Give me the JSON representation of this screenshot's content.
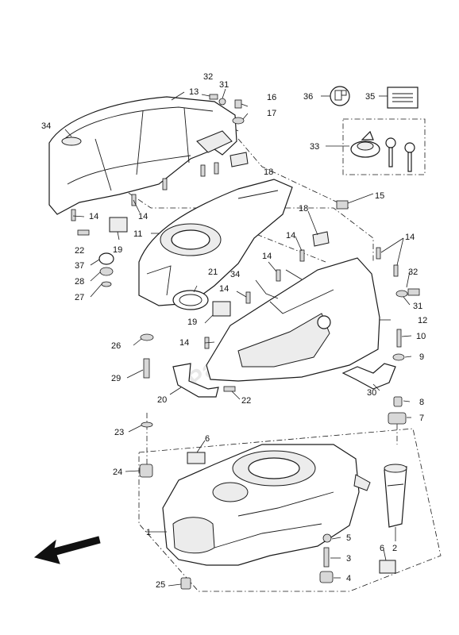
{
  "diagram": {
    "watermark": "Partsrepublik",
    "colors": {
      "line": "#1a1a1a",
      "shade": "#ececec",
      "background": "#ffffff"
    },
    "icons": [
      "direction-arrow-icon",
      "fuel-cap-icon",
      "label-sticker-icon",
      "key-icon"
    ],
    "callouts": [
      {
        "id": "c1",
        "text": "1"
      },
      {
        "id": "c2",
        "text": "2"
      },
      {
        "id": "c3",
        "text": "3"
      },
      {
        "id": "c4",
        "text": "4"
      },
      {
        "id": "c5",
        "text": "5"
      },
      {
        "id": "c6a",
        "text": "6"
      },
      {
        "id": "c6b",
        "text": "6"
      },
      {
        "id": "c7",
        "text": "7"
      },
      {
        "id": "c8",
        "text": "8"
      },
      {
        "id": "c9",
        "text": "9"
      },
      {
        "id": "c10",
        "text": "10"
      },
      {
        "id": "c11",
        "text": "11"
      },
      {
        "id": "c12",
        "text": "12"
      },
      {
        "id": "c13",
        "text": "13"
      },
      {
        "id": "c14a",
        "text": "14"
      },
      {
        "id": "c14b",
        "text": "14"
      },
      {
        "id": "c14c",
        "text": "14"
      },
      {
        "id": "c14d",
        "text": "14"
      },
      {
        "id": "c14e",
        "text": "14"
      },
      {
        "id": "c14f",
        "text": "14"
      },
      {
        "id": "c14g",
        "text": "14"
      },
      {
        "id": "c15",
        "text": "15"
      },
      {
        "id": "c16",
        "text": "16"
      },
      {
        "id": "c17",
        "text": "17"
      },
      {
        "id": "c18a",
        "text": "18"
      },
      {
        "id": "c18b",
        "text": "18"
      },
      {
        "id": "c19a",
        "text": "19"
      },
      {
        "id": "c19b",
        "text": "19"
      },
      {
        "id": "c20",
        "text": "20"
      },
      {
        "id": "c21",
        "text": "21"
      },
      {
        "id": "c22a",
        "text": "22"
      },
      {
        "id": "c22b",
        "text": "22"
      },
      {
        "id": "c23",
        "text": "23"
      },
      {
        "id": "c24",
        "text": "24"
      },
      {
        "id": "c25",
        "text": "25"
      },
      {
        "id": "c26",
        "text": "26"
      },
      {
        "id": "c27",
        "text": "27"
      },
      {
        "id": "c28",
        "text": "28"
      },
      {
        "id": "c29",
        "text": "29"
      },
      {
        "id": "c30",
        "text": "30"
      },
      {
        "id": "c31a",
        "text": "31"
      },
      {
        "id": "c31b",
        "text": "31"
      },
      {
        "id": "c32a",
        "text": "32"
      },
      {
        "id": "c32b",
        "text": "32"
      },
      {
        "id": "c33",
        "text": "33"
      },
      {
        "id": "c34a",
        "text": "34"
      },
      {
        "id": "c34b",
        "text": "34"
      },
      {
        "id": "c35",
        "text": "35"
      },
      {
        "id": "c36",
        "text": "36"
      },
      {
        "id": "c37",
        "text": "37"
      }
    ]
  }
}
